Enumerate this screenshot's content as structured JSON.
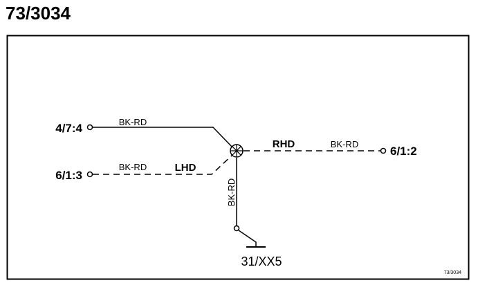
{
  "page": {
    "title": "73/3034"
  },
  "diagram": {
    "connectors": {
      "left_top": "4/7:4",
      "left_bottom": "6/1:3",
      "right": "6/1:2",
      "ground": "31/XX5"
    },
    "wire_labels": {
      "top_left": "BK-RD",
      "bottom_left": "BK-RD",
      "right": "BK-RD",
      "vertical": "BK-RD"
    },
    "variants": {
      "left": "LHD",
      "right": "RHD"
    },
    "reference": "73/3034"
  }
}
